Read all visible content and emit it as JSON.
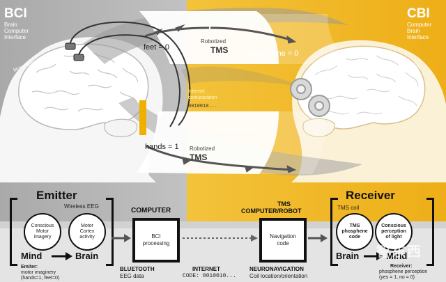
{
  "left_panel": {
    "abbr": "BCI",
    "title_lines": [
      "Brain",
      "Computer",
      "Interface"
    ],
    "side_label": "Motor imagery"
  },
  "right_panel": {
    "abbr": "CBI",
    "title_lines": [
      "Computer",
      "Brain",
      "Interface"
    ],
    "side_label": "Light perception"
  },
  "upper_flow": {
    "input": "feet = 0",
    "device": [
      "Robotized",
      "TMS"
    ],
    "output": "no phosphene = 0"
  },
  "lower_flow": {
    "input": "hands = 1",
    "device": [
      "Robotized",
      "TMS"
    ],
    "output": "phosphene = 1"
  },
  "internet_note": {
    "lines": [
      "Internet",
      "comunication"
    ],
    "code": "0010010..."
  },
  "emitter": {
    "title": "Emitter",
    "wireless": "Wireless EEG",
    "circles": [
      [
        "Conscious",
        "Motor",
        "imagery"
      ],
      [
        "Motor",
        "Cortex",
        "activity"
      ]
    ],
    "mind": "Mind",
    "brain": "Brain",
    "caption_title": "Emiter:",
    "caption_lines": [
      "motor imaginery",
      "(hands=1, feet=0)"
    ]
  },
  "computer": {
    "title": "COMPUTER",
    "box": [
      "BCI",
      "processing"
    ],
    "caption_title": "BLUETOOTH",
    "caption_sub": "EEG data"
  },
  "internet": {
    "caption_title": "INTERNET",
    "caption_sub": "CODE: 0010010..."
  },
  "tms": {
    "title_lines": [
      "TMS",
      "COMPUTER/ROBOT"
    ],
    "box": [
      "Navigation",
      "code"
    ],
    "caption_title": "NEURONAVIGATION",
    "caption_sub": "Coil location/orientation"
  },
  "receiver": {
    "title": "Receiver",
    "coil": "TMS coil",
    "circles": [
      [
        "TMS",
        "phosphene",
        "code"
      ],
      [
        "Conscious",
        "perception",
        "of light"
      ]
    ],
    "brain": "Brain",
    "mind": "Mind",
    "caption_title": "Receiver:",
    "caption_lines": [
      "phosphene perception",
      "(yes = 1, no = 0)"
    ]
  },
  "watermark": "智东西",
  "colors": {
    "left_bg": "#b4b4b4",
    "right_bg": "#f0b423",
    "ink": "#111111",
    "panel": "#ffffff"
  }
}
